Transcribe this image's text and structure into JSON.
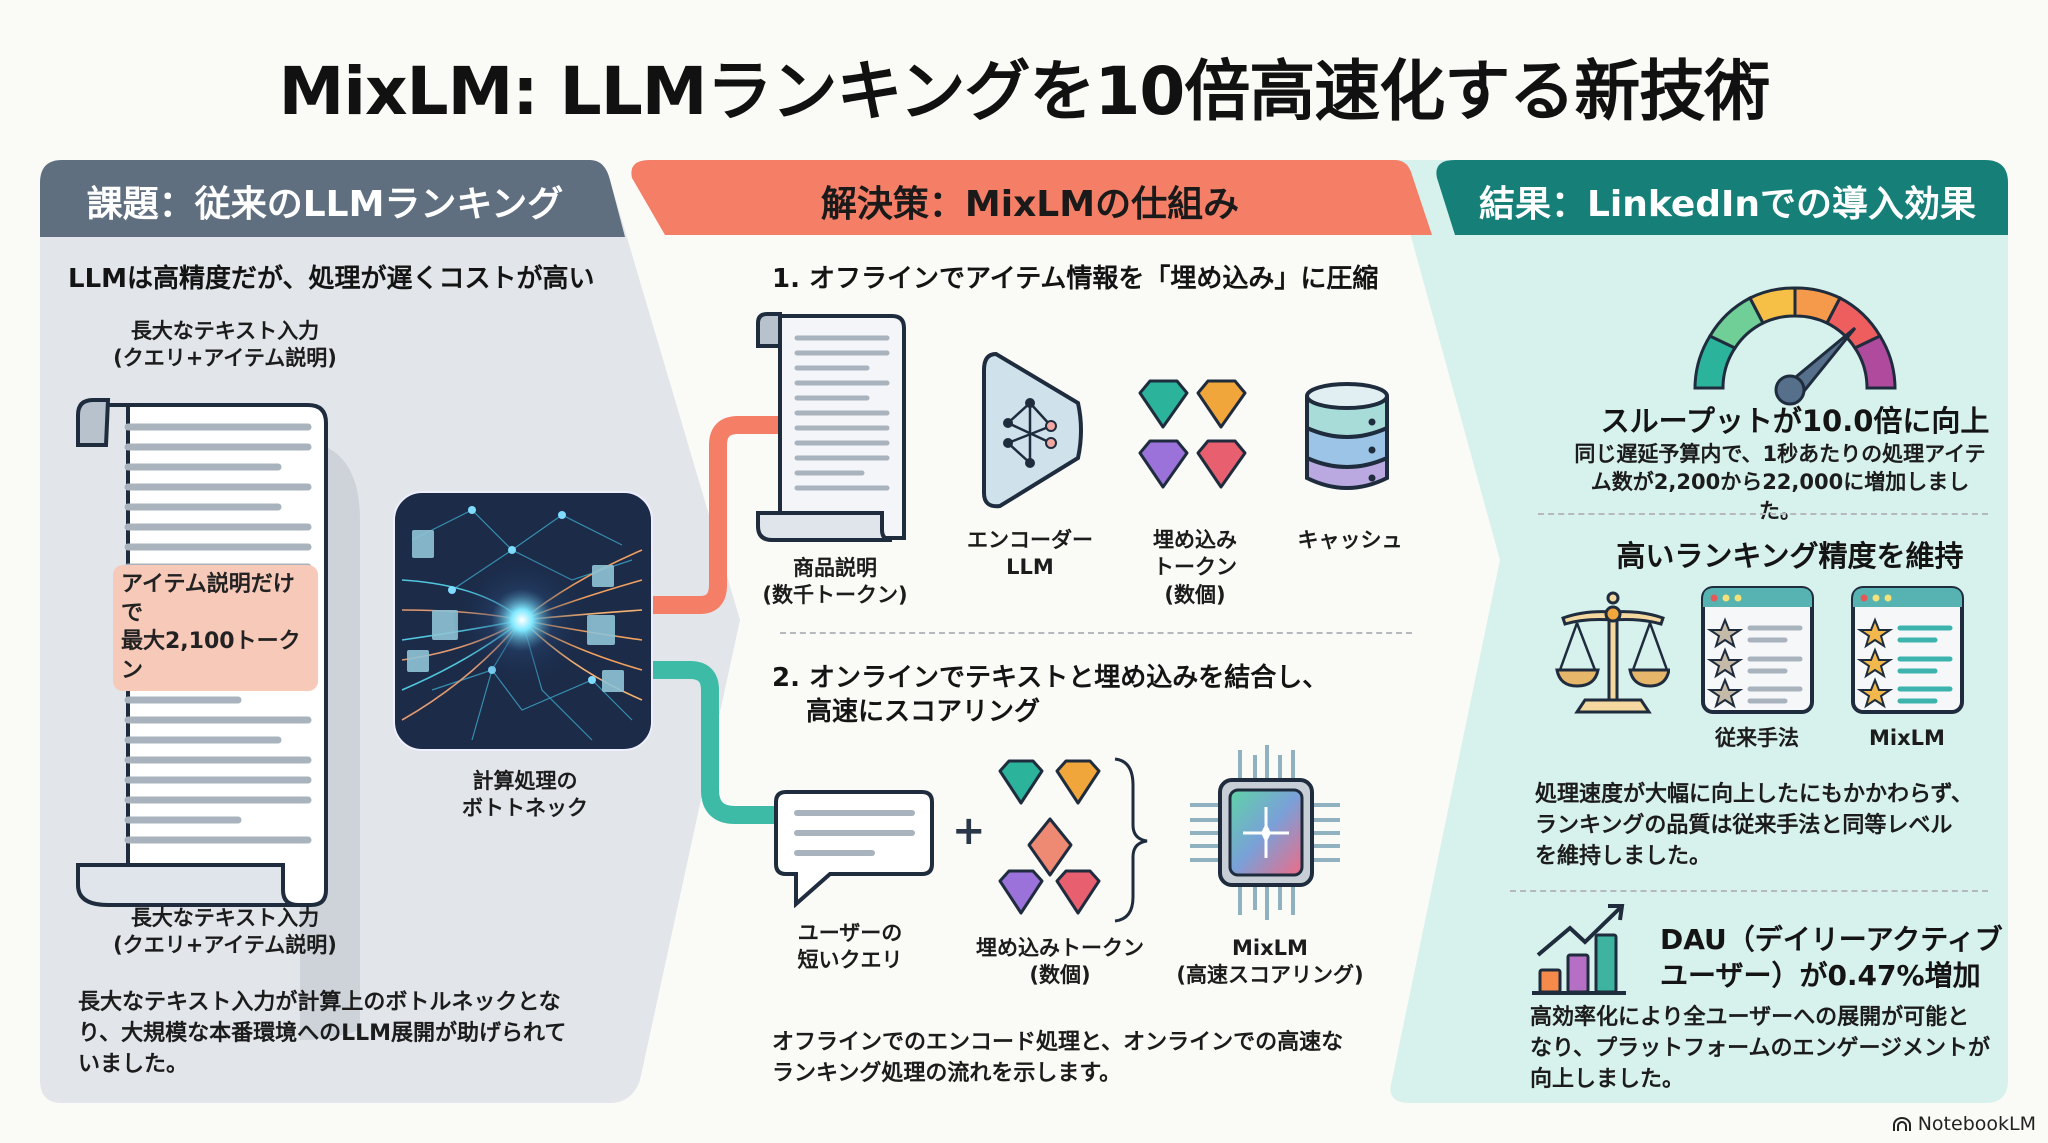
{
  "title": "MixLM: LLMランキングを10倍高速化する新技術",
  "colors": {
    "problem_header": "#5f6f80",
    "problem_bg": "#e2e5e9",
    "solution_header": "#f47e66",
    "solution_bg": "#fafaf7",
    "result_header": "#167f78",
    "result_bg": "#d7f1ec",
    "offline_connector": "#f47e66",
    "online_connector": "#3dbba6"
  },
  "problem": {
    "header": "課題：従来のLLMランキング",
    "headline": "LLMは高精度だが、処理が遅くコストが高い",
    "doc_top_label_1": "長大なテキスト入力",
    "doc_top_label_2": "(クエリ+アイテム説明)",
    "highlight_1": "アイテム説明だけで",
    "highlight_2": "最大2,100トークン",
    "doc_bottom_label_1": "長大なテキスト入力",
    "doc_bottom_label_2": "(クエリ+アイテム説明)",
    "bottleneck_label_1": "計算処理の",
    "bottleneck_label_2": "ボトトネック",
    "description": "長大なテキスト入力が計算上のボトルネックとなり、大規模な本番環境へのLLM展開が助げられていました。",
    "description_lines": [
      "長大なテキスト入力が計算上のボトルネックとな",
      "り、大規模な本番環境へのLLM展開が助げられて",
      "いました。"
    ]
  },
  "solution": {
    "header": "解決策：MixLMの仕組み",
    "step1": {
      "title": "1. オフラインでアイテム情報を「埋め込み」に圧縮",
      "items": [
        {
          "icon": "document-icon",
          "label_1": "商品説明",
          "label_2": "(数千トークン)",
          "label_3": ""
        },
        {
          "icon": "encoder-icon",
          "label_1": "エンコーダー",
          "label_2": "LLM",
          "label_3": ""
        },
        {
          "icon": "gems-icon",
          "label_1": "埋め込み",
          "label_2": "トークン",
          "label_3": "(数個)"
        },
        {
          "icon": "database-icon",
          "label_1": "キャッシュ",
          "label_2": "",
          "label_3": ""
        }
      ]
    },
    "step2": {
      "title_1": "2. オンラインでテキストと埋め込みを結合し、",
      "title_2": "高速にスコアリング",
      "plus": "+",
      "items": [
        {
          "icon": "chat-bubble-icon",
          "label_1": "ユーザーの",
          "label_2": "短いクエリ"
        },
        {
          "icon": "gems-icon",
          "label_1": "埋め込みトークン",
          "label_2": "(数個)"
        },
        {
          "icon": "chip-icon",
          "label_1": "MixLM",
          "label_2": "(高速スコアリング)"
        }
      ]
    },
    "footer_lines": [
      "オフラインでのエンコード処理と、オンラインでの高速な",
      "ランキング処理の流れを示します。"
    ]
  },
  "result": {
    "header": "結果：LinkedInでの導入効果",
    "throughput": {
      "title": "スループットが10.0倍に向上",
      "desc_lines": [
        "同じ遅延予算内で、1秒あたりの処理アイテ",
        "ム数が2,200から22,000に増加しました。"
      ],
      "gauge_level": 0.78
    },
    "accuracy": {
      "title": "高いランキング精度を維持",
      "card_labels": [
        "従来手法",
        "MixLM"
      ],
      "desc_lines": [
        "処理速度が大幅に向上したにもかかわらず、",
        "ランキングの品質は従来手法と同等レベル",
        "を維持しました。"
      ]
    },
    "dau": {
      "title_1": "DAU（デイリーアクティブ",
      "title_2": "ユーザー）が0.47%増加",
      "desc_lines": [
        "高効率化により全ユーザーへの展開が可能と",
        "なり、プラットフォームのエンゲージメントが",
        "向上しました。"
      ]
    }
  },
  "branding": {
    "logo_text": "NotebookLM"
  }
}
